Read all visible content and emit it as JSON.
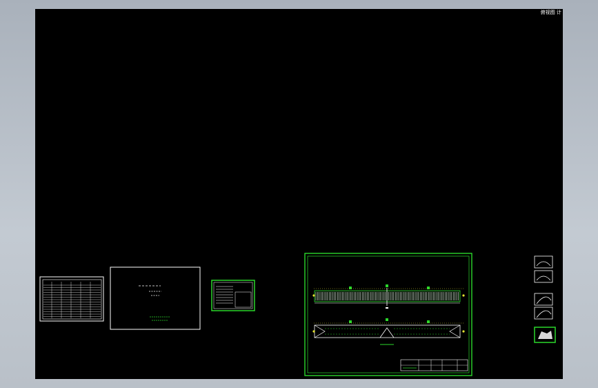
{
  "viewport": {
    "background": "#000000",
    "view_label": "俯视图 计"
  },
  "colors": {
    "drawing_white": "#ffffff",
    "drawing_green": "#2bd82b",
    "marker_yellow": "#e3e331",
    "app_backdrop": "#b5bcc4"
  },
  "drawings": {
    "table_sheet": {
      "icon": "table-sheet"
    },
    "cover_sheet": {
      "icon": "cover-sheet"
    },
    "notes_sheet": {
      "icon": "notes-sheet"
    },
    "beam_elevation_sheet": {
      "icon": "beam-elevation-sheet"
    }
  },
  "thumbnails": [
    {
      "icon": "arch-thumbnail"
    },
    {
      "icon": "arch-thumbnail"
    },
    {
      "icon": "arch-thumbnail"
    },
    {
      "icon": "arch-thumbnail"
    },
    {
      "icon": "selected-thumbnail"
    }
  ]
}
